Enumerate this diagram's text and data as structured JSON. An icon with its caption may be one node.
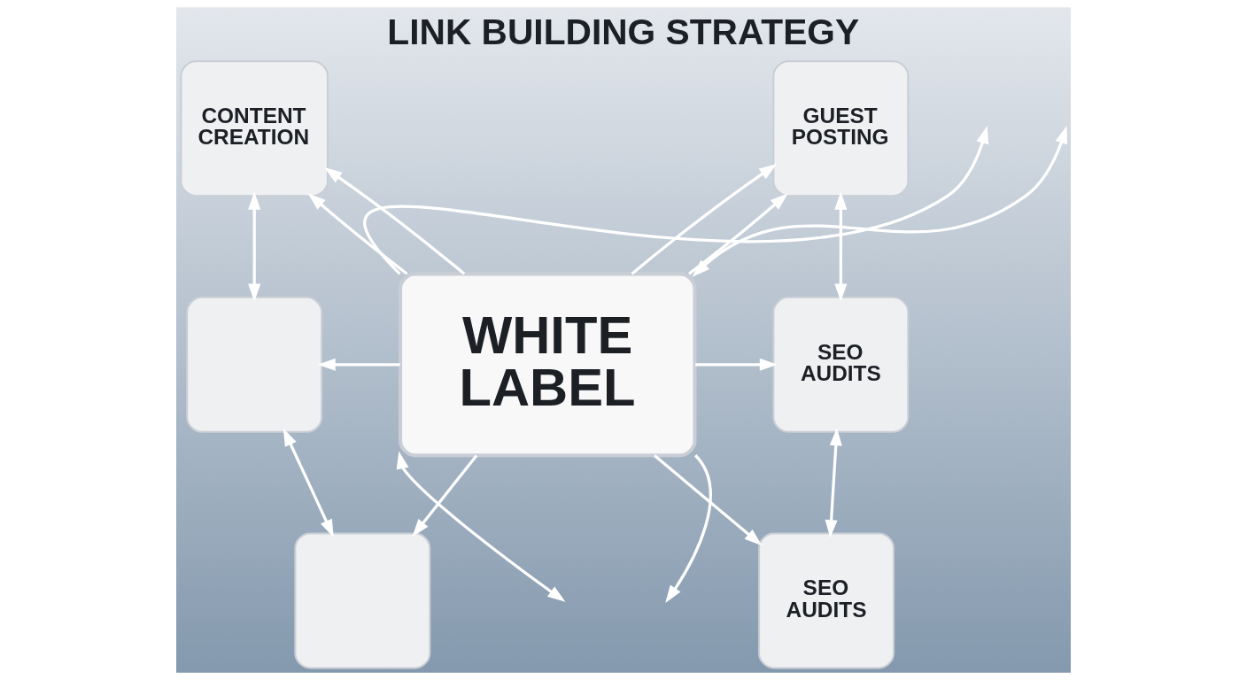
{
  "diagram": {
    "title": "LINK BUILDING STRATEGY",
    "nodes": [
      {
        "text": [
          "CONTENT CREATION"
        ]
      },
      {
        "text": [
          "GUEST POSTING"
        ]
      },
      {
        "text": [],
        "shape": "box"
      },
      {
        "text": [
          "WHITE LABEL"
        ]
      },
      {
        "text": [
          "SEO AUDITS"
        ]
      },
      {
        "text": [],
        "shape": "box"
      },
      {
        "text": [
          "SEO AUDITS"
        ]
      }
    ],
    "edges": [
      {
        "from": 3,
        "to": 0,
        "arrow": "to"
      },
      {
        "from": 3,
        "to": null,
        "arrow": "to"
      },
      {
        "from": 3,
        "to": 0,
        "arrow": "to"
      },
      {
        "from": 0,
        "to": 2,
        "arrow": "both"
      },
      {
        "from": 3,
        "to": 1,
        "arrow": "to"
      },
      {
        "from": 3,
        "to": null,
        "arrow": "both"
      },
      {
        "from": 3,
        "to": 1,
        "arrow": "to"
      },
      {
        "from": 1,
        "to": 4,
        "arrow": "both"
      },
      {
        "from": 3,
        "to": 2,
        "arrow": "to"
      },
      {
        "from": 3,
        "to": 4,
        "arrow": "to"
      },
      {
        "from": 2,
        "to": 5,
        "arrow": "both"
      },
      {
        "from": 3,
        "to": null,
        "arrow": "both"
      },
      {
        "from": 3,
        "to": 5,
        "arrow": "to"
      },
      {
        "from": 3,
        "to": 6,
        "arrow": "to"
      },
      {
        "from": 3,
        "to": null,
        "arrow": "to"
      },
      {
        "from": 4,
        "to": 6,
        "arrow": "both"
      }
    ]
  }
}
